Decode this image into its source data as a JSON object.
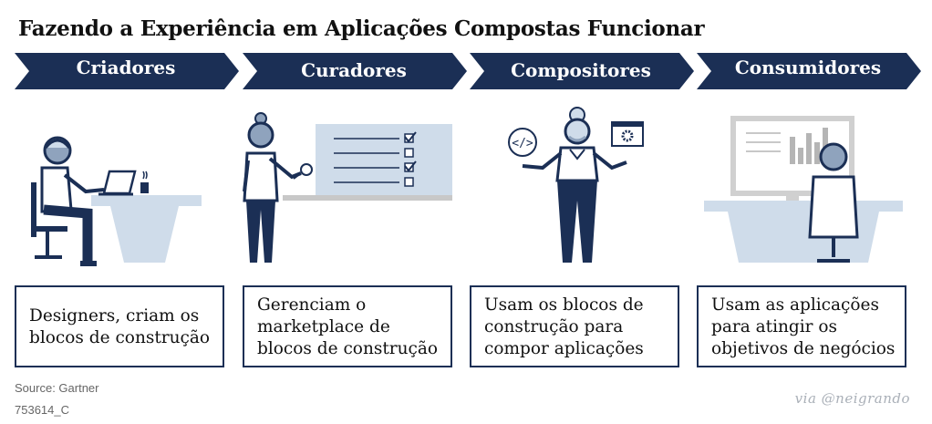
{
  "title": "Fazendo a Experiência em Aplicações Compostas Funcionar",
  "colors": {
    "navy": "#1b2f55",
    "light_blue": "#cfdcea",
    "gray": "#b5b5b5"
  },
  "stages": [
    {
      "label": "Criadores",
      "illustration": "developer-at-laptop-icon",
      "description": "Designers, criam os blocos de construção"
    },
    {
      "label": "Curadores",
      "illustration": "presenter-with-checklist-icon",
      "description": "Gerenciam o marketplace de blocos de construção"
    },
    {
      "label": "Compositores",
      "illustration": "composer-with-code-and-settings-icon",
      "description": "Usam os blocos de construção para compor aplicações"
    },
    {
      "label": "Consumidores",
      "illustration": "user-at-dashboard-icon",
      "description": "Usam as aplicações para atingir os objetivos de negócios"
    }
  ],
  "footer": {
    "source": "Source: Gartner",
    "code": "753614_C",
    "credit": "via @neigrando"
  }
}
